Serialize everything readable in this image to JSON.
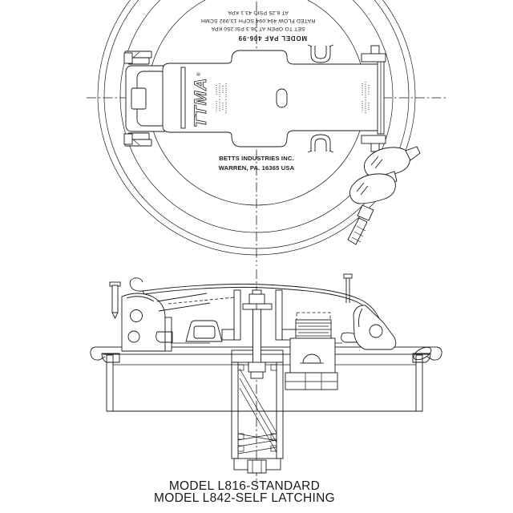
{
  "page": {
    "background": "#ffffff",
    "ink": "#1a1a1a"
  },
  "plan_view": {
    "vent_label": {
      "rotation_deg": 180,
      "lines": [
        "MODEL PAF 406-99",
        "SET TO OPEN AT 36.3 PSI 250 KPA",
        "RATED FLOW 494,094 SCFH 13,992 SCMH",
        "AT 6.25 PSIG 43.1 KPA"
      ]
    },
    "logo_text": "TTMA",
    "logo_registered_mark": "®",
    "manufacturer_line1": "BETTS INDUSTRIES INC.",
    "manufacturer_line2": "WARREN, PA. 16365 USA"
  },
  "captions": {
    "line1": "MODEL L816-STANDARD",
    "line2": "MODEL L842-SELF LATCHING"
  }
}
